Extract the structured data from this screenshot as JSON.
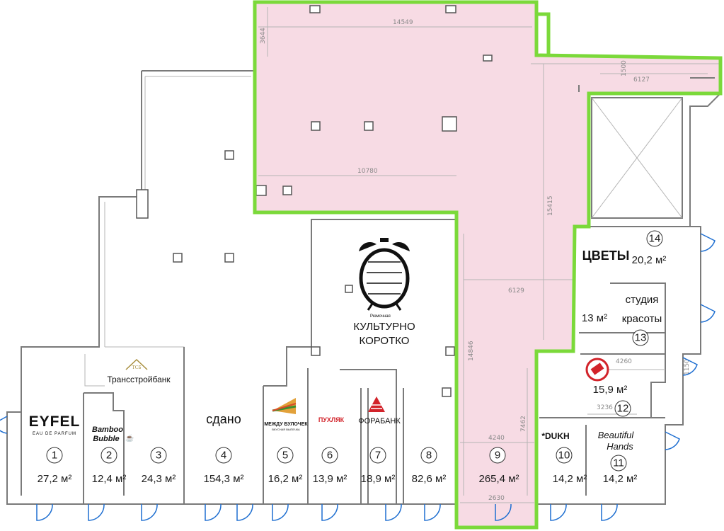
{
  "colors": {
    "highlight_outline": "#7bd93a",
    "highlight_fill": "#f7dbe4",
    "wall": "#7a7a7a",
    "door": "#1f6fd1",
    "fora_red": "#d2232a"
  },
  "units": [
    {
      "num": "1",
      "area": "27,2 м²"
    },
    {
      "num": "2",
      "area": "12,4 м²"
    },
    {
      "num": "3",
      "area": "24,3 м²"
    },
    {
      "num": "4",
      "area": "154,3 м²"
    },
    {
      "num": "5",
      "area": "16,2 м²"
    },
    {
      "num": "6",
      "area": "13,9 м²"
    },
    {
      "num": "7",
      "area": "18,9 м²"
    },
    {
      "num": "8",
      "area": "82,6 м²"
    },
    {
      "num": "9",
      "area": "265,4 м²"
    },
    {
      "num": "10",
      "area": "14,2 м²"
    },
    {
      "num": "11",
      "area": "14,2 м²"
    },
    {
      "num": "12",
      "area": "15,9 м²"
    },
    {
      "num": "13",
      "area": "13 м²"
    },
    {
      "num": "14",
      "area": "20,2 м²"
    }
  ],
  "tenants": {
    "eyfel": "EYFEL",
    "eyfel_sub": "EAU DE PARFUM",
    "bamboo_1": "Bamboo",
    "bamboo_2": "Bubble",
    "transstroy": "Трансстройбанк",
    "tsb_logo": "ТСБ",
    "rented": "сдано",
    "mezhdu": "МЕЖДУ БУЛОЧЕК",
    "mezhdu_sub": "ВКУСНАЯ ВЫПЕЧКА",
    "pukhlyak": "ПУХЛЯК",
    "fora": "ФОРАБАНК",
    "kulturno_small": "Рюмочная",
    "kulturno_1": "КУЛЬТУРНО",
    "kulturno_2": "КОРОТКО",
    "dukh": "*DUKH",
    "beautiful_1": "Beautiful",
    "beautiful_2": "Hands",
    "flowers": "ЦВЕТЫ",
    "studio_1": "студия",
    "studio_2": "красоты"
  },
  "dimensions": {
    "d14549": "14549",
    "d3644": "3644",
    "d10780": "10780",
    "d15415": "15415",
    "d6129": "6129",
    "d14846": "14846",
    "d7462": "7462",
    "d4240": "4240",
    "d2630": "2630",
    "d6127": "6127",
    "d1500": "1500",
    "d4260": "4260",
    "d3236": "3236",
    "d1150": "1150"
  }
}
